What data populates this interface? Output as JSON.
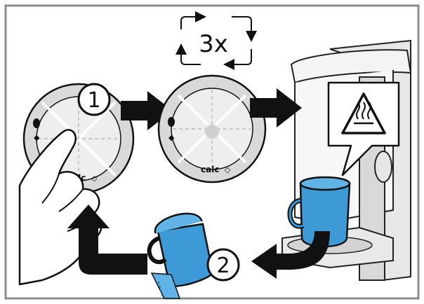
{
  "repeat": {
    "label": "3x"
  },
  "steps": [
    {
      "number": "1"
    },
    {
      "number": "2"
    }
  ],
  "dial": {
    "label": "calc"
  },
  "colors": {
    "water": "#3d9ad6",
    "water_dark": "#1f6fa8",
    "arrow": "#111111",
    "frame": "#8c8c8c",
    "grey_panel": "#d9d9d9"
  },
  "icons": [
    "rotate-arrows-icon",
    "hot-surface-warning-icon",
    "press-finger-icon",
    "coffee-bean-icon"
  ]
}
